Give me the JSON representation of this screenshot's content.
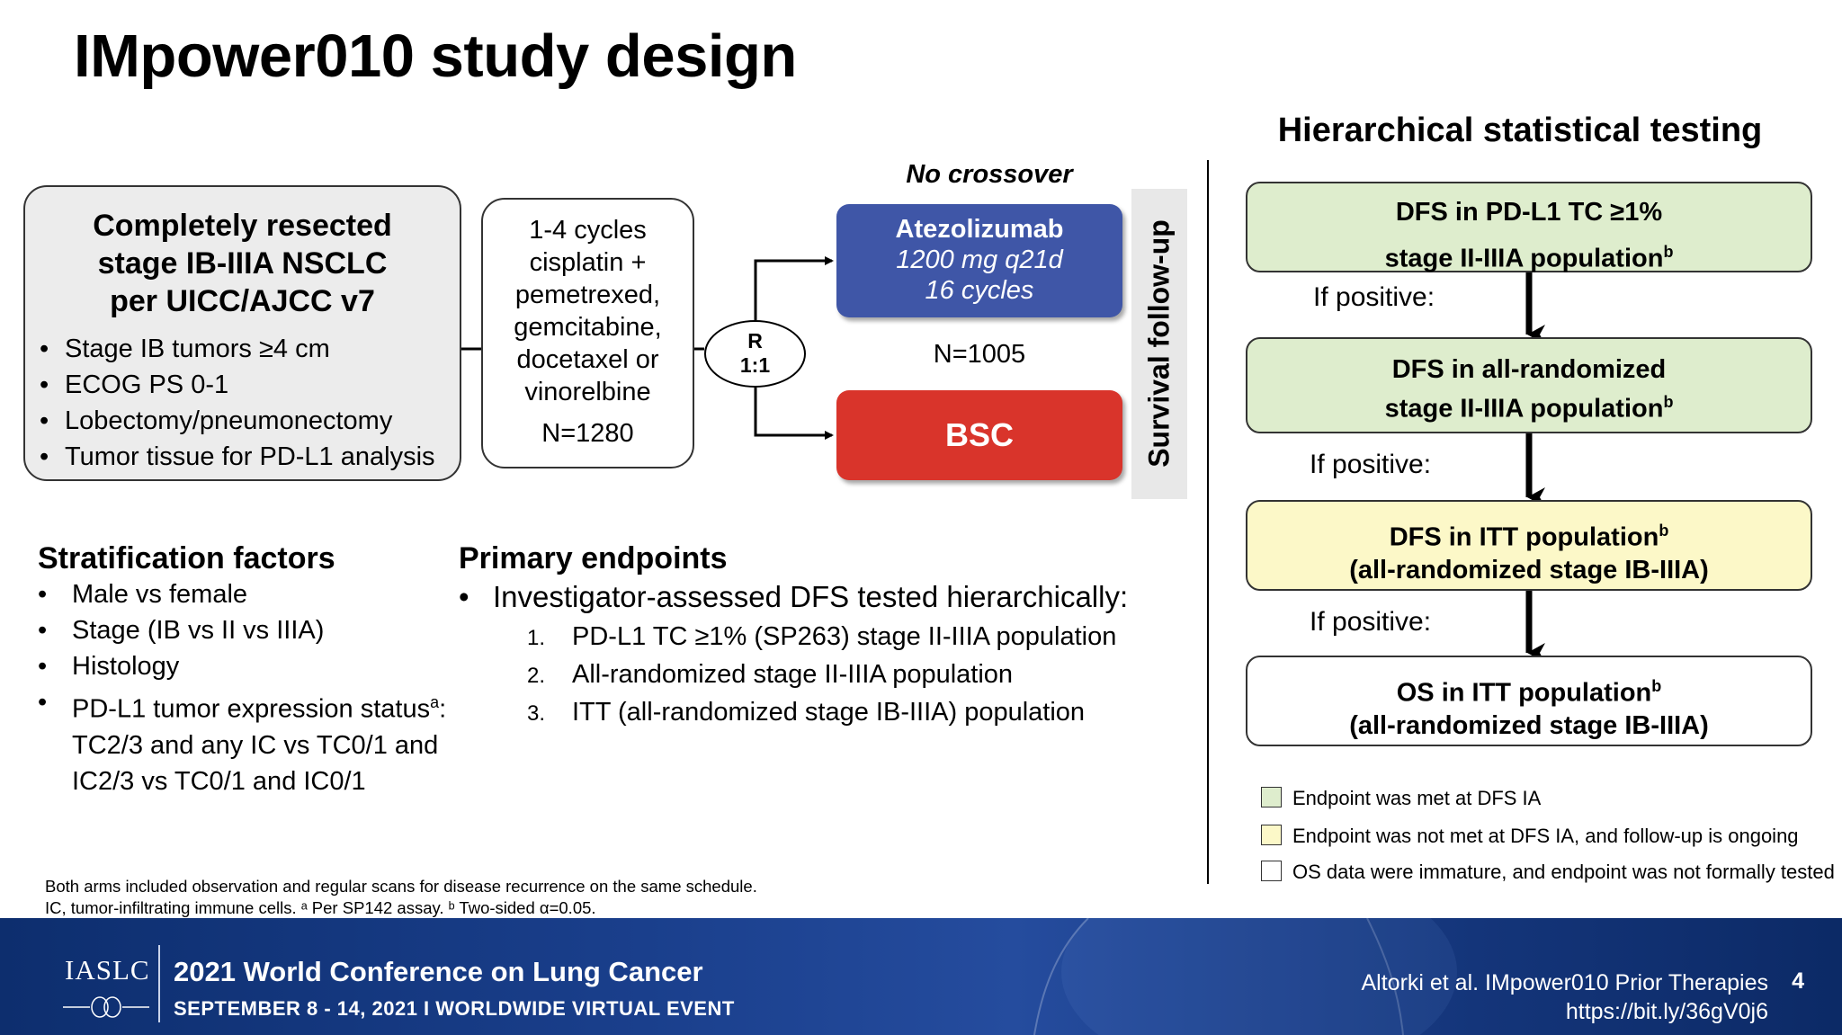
{
  "title": "IMpower010 study design",
  "eligibility": {
    "title_lines": [
      "Completely resected",
      "stage IB-IIIA NSCLC",
      "per UICC/AJCC v7"
    ],
    "bullets": [
      "Stage IB tumors ≥4 cm",
      "ECOG PS 0-1",
      "Lobectomy/pneumonectomy",
      "Tumor tissue for PD-L1 analysis"
    ]
  },
  "chemo": {
    "lines": [
      "1-4 cycles",
      "cisplatin +",
      "pemetrexed,",
      "gemcitabine,",
      "docetaxel or",
      "vinorelbine"
    ],
    "n": "N=1280"
  },
  "randomization": {
    "line1": "R",
    "line2": "1:1"
  },
  "arms": {
    "no_crossover": "No crossover",
    "atezo_name": "Atezolizumab",
    "atezo_dose": "1200 mg q21d",
    "atezo_cycles": "16 cycles",
    "n": "N=1005",
    "bsc": "BSC"
  },
  "followup": "Survival follow-up",
  "stratification": {
    "heading": "Stratification factors",
    "items": [
      "Male vs female",
      "Stage (IB vs II vs IIIA)",
      "Histology",
      "PD-L1 tumor expression status",
      "TC2/3 and any IC vs TC0/1 and IC2/3 vs TC0/1 and IC0/1"
    ],
    "item4_sup": "a",
    "item4_suffix": ":"
  },
  "primary": {
    "heading": "Primary endpoints",
    "bullet": "Investigator-assessed DFS tested hierarchically:",
    "items": [
      {
        "num": "1.",
        "text": "PD-L1 TC ≥1% (SP263) stage II-IIIA population"
      },
      {
        "num": "2.",
        "text": "All-randomized stage II-IIIA population"
      },
      {
        "num": "3.",
        "text": "ITT (all-randomized stage IB-IIIA) population"
      }
    ]
  },
  "hierarchy": {
    "heading": "Hierarchical statistical testing",
    "if_positive": "If positive:",
    "boxes": [
      {
        "line1": "DFS in PD-L1 TC ≥1%",
        "line2": "stage II-IIIA population",
        "sup": "b"
      },
      {
        "line1": "DFS in all-randomized",
        "line2": "stage II-IIIA population",
        "sup": "b"
      },
      {
        "line1": "DFS in ITT population",
        "line2": "(all-randomized stage IB-IIIA)",
        "sup": "b"
      },
      {
        "line1": "OS in ITT population",
        "line2": "(all-randomized stage IB-IIIA)",
        "sup": "b"
      }
    ]
  },
  "legend": [
    {
      "color": "#deedcd",
      "text": "Endpoint was met at DFS IA"
    },
    {
      "color": "#fcf8c8",
      "text": "Endpoint was not met at DFS IA, and follow-up is ongoing"
    },
    {
      "color": "#ffffff",
      "text": "OS data were immature, and endpoint was not formally tested"
    }
  ],
  "footnotes": [
    "Both arms included observation and regular scans for disease recurrence on the same schedule.",
    "IC, tumor-infiltrating immune cells. ᵃ Per SP142 assay. ᵇ Two-sided α=0.05."
  ],
  "banner": {
    "org": "IASLC",
    "conference": "2021 World Conference on Lung Cancer",
    "subtitle": "SEPTEMBER 8 - 14, 2021 I WORLDWIDE VIRTUAL EVENT",
    "citation": "Altorki et al. IMpower010 Prior Therapies",
    "url": "https://bit.ly/36gV0j6",
    "page": "4"
  },
  "colors": {
    "atezo": "#3f56a7",
    "bsc": "#d9342b",
    "met": "#deedcd",
    "not_met": "#fcf8c8",
    "banner": "#1a3f8c"
  }
}
